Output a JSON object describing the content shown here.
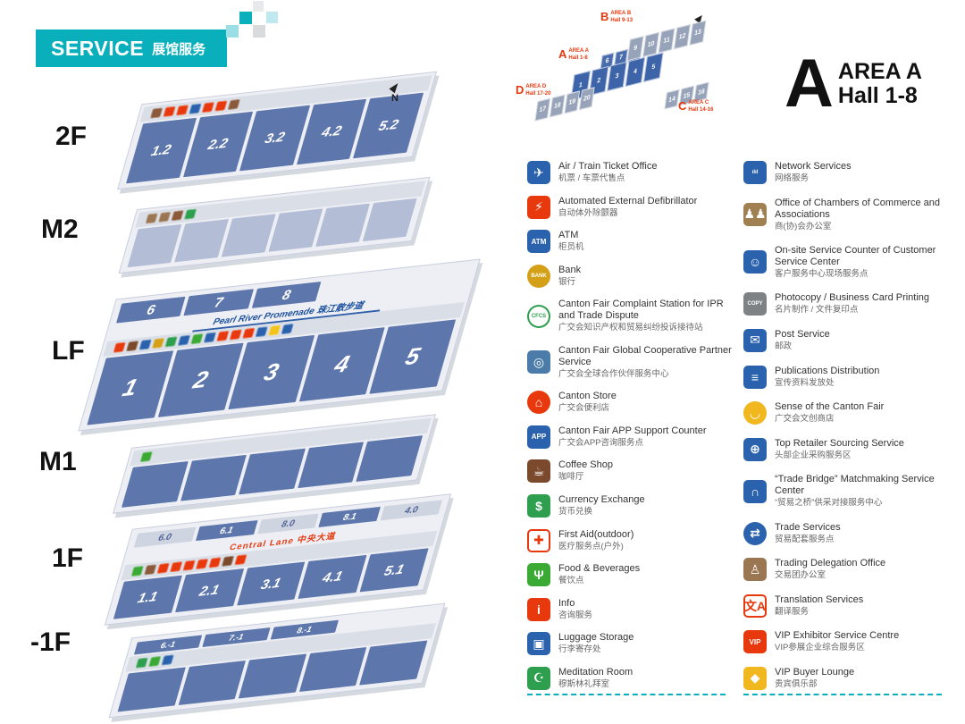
{
  "banner": {
    "title": "SERVICE",
    "subtitle": "展馆服务"
  },
  "compass": "N",
  "area_title": {
    "letter": "A",
    "name": "AREA A",
    "halls": "Hall 1-8"
  },
  "minimap": {
    "compass": "N",
    "areas": [
      {
        "id": "A",
        "letter": "A",
        "name": "AREA A",
        "halls_label": "Hall 1-8",
        "front": [
          "1",
          "2",
          "3",
          "4",
          "5"
        ],
        "back": [
          "6",
          "7",
          "8"
        ]
      },
      {
        "id": "B",
        "letter": "B",
        "name": "AREA B",
        "halls_label": "Hall 9-13",
        "cells": [
          "9",
          "10",
          "11",
          "12",
          "13"
        ]
      },
      {
        "id": "C",
        "letter": "C",
        "name": "AREA C",
        "halls_label": "Hall 14-16",
        "cells": [
          "14",
          "15",
          "16"
        ]
      },
      {
        "id": "D",
        "letter": "D",
        "name": "AREA D",
        "halls_label": "Hall 17-20",
        "cells": [
          "17",
          "18",
          "19",
          "20"
        ]
      }
    ]
  },
  "floors": [
    {
      "id": "2f",
      "label": "2F",
      "chips": [
        {
          "name": "luggage-storage-icon",
          "color": "#8a5a3b"
        },
        {
          "name": "security-icon",
          "color": "#e8380d"
        },
        {
          "name": "aed-icon",
          "color": "#e8380d"
        },
        {
          "name": "app-support-icon",
          "color": "#2a62ae"
        },
        {
          "name": "vip-exhibitor-icon",
          "color": "#e8380d"
        },
        {
          "name": "canton-store-icon",
          "color": "#e8380d"
        },
        {
          "name": "meditation-room-icon",
          "color": "#8a5a3b"
        }
      ],
      "main_halls": [
        {
          "t": "1.2"
        },
        {
          "t": "2.2"
        },
        {
          "t": "3.2"
        },
        {
          "t": "4.2"
        },
        {
          "t": "5.2"
        }
      ]
    },
    {
      "id": "m2",
      "label": "M2",
      "pale": true,
      "chips": [
        {
          "name": "office-icon",
          "color": "#9b7653"
        },
        {
          "name": "office-icon",
          "color": "#9b7653"
        },
        {
          "name": "meditation-room-icon",
          "color": "#8a5a3b"
        },
        {
          "name": "prayer-room-icon",
          "color": "#2e9e4f"
        }
      ],
      "main_halls": [
        {
          "t": ""
        },
        {
          "t": ""
        },
        {
          "t": ""
        },
        {
          "t": ""
        },
        {
          "t": ""
        },
        {
          "t": ""
        }
      ]
    },
    {
      "id": "lf",
      "label": "LF",
      "top_halls": [
        {
          "t": "6"
        },
        {
          "t": "7"
        },
        {
          "t": "8"
        }
      ],
      "banner": {
        "text": "Pearl River Promenade 珠江散步道",
        "style": "promenade"
      },
      "chips": [
        {
          "name": "info-icon",
          "color": "#e8380d"
        },
        {
          "name": "coffee-shop-icon",
          "color": "#7b4a2d"
        },
        {
          "name": "atm-icon",
          "color": "#2a62ae"
        },
        {
          "name": "bank-icon",
          "color": "#d4a017"
        },
        {
          "name": "currency-exchange-icon",
          "color": "#2e9e4f"
        },
        {
          "name": "post-service-icon",
          "color": "#2a62ae"
        },
        {
          "name": "food-beverages-icon",
          "color": "#3aaa35"
        },
        {
          "name": "network-services-icon",
          "color": "#2a62ae"
        },
        {
          "name": "first-aid-icon",
          "color": "#e8380d"
        },
        {
          "name": "translation-services-icon",
          "color": "#e8380d"
        },
        {
          "name": "canton-store-icon",
          "color": "#e8380d"
        },
        {
          "name": "trade-services-icon",
          "color": "#2a62ae"
        },
        {
          "name": "sense-canton-fair-icon",
          "color": "#f5c21b"
        },
        {
          "name": "app-support-icon",
          "color": "#2a62ae"
        }
      ],
      "main_halls": [
        {
          "t": "1"
        },
        {
          "t": "2"
        },
        {
          "t": "3"
        },
        {
          "t": "4"
        },
        {
          "t": "5"
        }
      ]
    },
    {
      "id": "m1",
      "label": "M1",
      "chips": [
        {
          "name": "food-beverages-icon",
          "color": "#3aaa35"
        }
      ],
      "main_halls": [
        {
          "t": ""
        },
        {
          "t": ""
        },
        {
          "t": ""
        },
        {
          "t": ""
        },
        {
          "t": ""
        }
      ]
    },
    {
      "id": "1f",
      "label": "1F",
      "top_halls": [
        {
          "t": "6.0",
          "gray": true
        },
        {
          "t": "6.1"
        },
        {
          "t": "8.0",
          "gray": true
        },
        {
          "t": "8.1"
        },
        {
          "t": "4.0",
          "gray": true
        }
      ],
      "banner": {
        "text": "Central Lane 中央大道",
        "style": "central"
      },
      "chips": [
        {
          "name": "food-beverages-icon",
          "color": "#3aaa35"
        },
        {
          "name": "luggage-storage-icon",
          "color": "#8a5a3b"
        },
        {
          "name": "canton-store-icon",
          "color": "#e8380d"
        },
        {
          "name": "info-icon",
          "color": "#e8380d"
        },
        {
          "name": "aed-icon",
          "color": "#e8380d"
        },
        {
          "name": "first-aid-icon",
          "color": "#e8380d"
        },
        {
          "name": "translation-services-icon",
          "color": "#e8380d"
        },
        {
          "name": "coffee-shop-icon",
          "color": "#7b4a2d"
        },
        {
          "name": "vip-exhibitor-icon",
          "color": "#e8380d"
        }
      ],
      "main_halls": [
        {
          "t": "1.1"
        },
        {
          "t": "2.1"
        },
        {
          "t": "3.1"
        },
        {
          "t": "4.1"
        },
        {
          "t": "5.1"
        }
      ]
    },
    {
      "id": "b1f",
      "label": "-1F",
      "top_halls": [
        {
          "t": "6.-1"
        },
        {
          "t": "7.-1"
        },
        {
          "t": "8.-1"
        }
      ],
      "chips": [
        {
          "name": "meditation-room-icon",
          "color": "#2e9e4f"
        },
        {
          "name": "food-beverages-icon",
          "color": "#3aaa35"
        },
        {
          "name": "luggage-storage-icon",
          "color": "#2a62ae"
        }
      ],
      "main_halls": [
        {
          "t": ""
        },
        {
          "t": ""
        },
        {
          "t": ""
        },
        {
          "t": ""
        },
        {
          "t": ""
        }
      ]
    }
  ],
  "legend": {
    "column1": [
      {
        "id": "air-train-ticket-office",
        "glyph": "✈",
        "bg": "#2a62ae",
        "en": "Air / Train Ticket Office",
        "zh": "机票 / 车票代售点"
      },
      {
        "id": "automated-external-defibrillator",
        "glyph": "⚡",
        "bg": "#e8380d",
        "en": "Automated External Defibrillator",
        "zh": "自动体外除颤器"
      },
      {
        "id": "atm",
        "glyph": "ATM",
        "bg": "#2a62ae",
        "en": "ATM",
        "zh": "柜员机"
      },
      {
        "id": "bank",
        "glyph": "BANK",
        "bg": "#d4a017",
        "round": true,
        "en": "Bank",
        "zh": "银行"
      },
      {
        "id": "cfcs-complaint-station",
        "glyph": "CFCS",
        "bg": "#ffffff",
        "fg": "#2e9e4f",
        "border": "#2e9e4f",
        "round": true,
        "en": "Canton Fair Complaint Station for IPR and Trade Dispute",
        "zh": "广交会知识产权和贸易纠纷投诉接待站"
      },
      {
        "id": "global-cooperative-partner",
        "glyph": "◎",
        "bg": "#4b7ba8",
        "en": "Canton Fair Global Cooperative Partner Service",
        "zh": "广交会全球合作伙伴服务中心"
      },
      {
        "id": "canton-store",
        "glyph": "⌂",
        "bg": "#e8380d",
        "round": true,
        "en": "Canton Store",
        "zh": "广交会便利店"
      },
      {
        "id": "app-support-counter",
        "glyph": "APP",
        "bg": "#2a62ae",
        "en": "Canton Fair APP Support Counter",
        "zh": "广交会APP咨询服务点"
      },
      {
        "id": "coffee-shop",
        "glyph": "☕",
        "bg": "#7b4a2d",
        "en": "Coffee Shop",
        "zh": "咖啡厅"
      },
      {
        "id": "currency-exchange",
        "glyph": "$",
        "bg": "#2e9e4f",
        "en": "Currency Exchange",
        "zh": "货币兑换"
      },
      {
        "id": "first-aid-outdoor",
        "glyph": "✚",
        "bg": "#ffffff",
        "fg": "#e8380d",
        "border": "#e8380d",
        "en": "First Aid(outdoor)",
        "zh": "医疗服务点(户外)"
      },
      {
        "id": "food-beverages",
        "glyph": "Ψ",
        "bg": "#3aaa35",
        "en": "Food & Beverages",
        "zh": "餐饮点"
      },
      {
        "id": "info",
        "glyph": "i",
        "bg": "#e8380d",
        "en": "Info",
        "zh": "咨询服务"
      },
      {
        "id": "luggage-storage",
        "glyph": "▣",
        "bg": "#2a62ae",
        "en": "Luggage Storage",
        "zh": "行李寄存处"
      },
      {
        "id": "meditation-room",
        "glyph": "☪",
        "bg": "#2e9e4f",
        "en": "Meditation Room",
        "zh": "穆斯林礼拜室"
      }
    ],
    "column2": [
      {
        "id": "network-services",
        "glyph": "ılıl",
        "bg": "#2a62ae",
        "en": "Network Services",
        "zh": "网络服务"
      },
      {
        "id": "chambers-office",
        "glyph": "♟♟",
        "bg": "#a08050",
        "en": "Office of Chambers of Commerce and Associations",
        "zh": "商(协)会办公室"
      },
      {
        "id": "onsite-service-counter",
        "glyph": "☺",
        "bg": "#2a62ae",
        "en": "On-site Service Counter of Customer Service Center",
        "zh": "客户服务中心现场服务点"
      },
      {
        "id": "photocopy-printing",
        "glyph": "COPY",
        "bg": "#7f8285",
        "en": "Photocopy / Business Card Printing",
        "zh": "名片制作 / 文件复印点"
      },
      {
        "id": "post-service",
        "glyph": "✉",
        "bg": "#2a62ae",
        "en": "Post Service",
        "zh": "邮政"
      },
      {
        "id": "publications-distribution",
        "glyph": "≡",
        "bg": "#2a62ae",
        "en": "Publications Distribution",
        "zh": "宣传资料发放处"
      },
      {
        "id": "sense-of-canton-fair",
        "glyph": "◡",
        "bg": "#f0b81e",
        "round": true,
        "en": "Sense of the Canton Fair",
        "zh": "广交会文创商店"
      },
      {
        "id": "top-retailer-sourcing",
        "glyph": "⊕",
        "bg": "#2a62ae",
        "en": "Top Retailer Sourcing Service",
        "zh": "头部企业采购服务区"
      },
      {
        "id": "trade-bridge-center",
        "glyph": "∩",
        "bg": "#2a62ae",
        "en": "“Trade Bridge” Matchmaking Service Center",
        "zh": "“贸易之桥”供采对接服务中心"
      },
      {
        "id": "trade-services",
        "glyph": "⇄",
        "bg": "#2a62ae",
        "round": true,
        "en": "Trade Services",
        "zh": "贸易配套服务点"
      },
      {
        "id": "trading-delegation-office",
        "glyph": "♙",
        "bg": "#9b7653",
        "en": "Trading Delegation Office",
        "zh": "交易团办公室"
      },
      {
        "id": "translation-services",
        "glyph": "文A",
        "bg": "#ffffff",
        "fg": "#e8380d",
        "border": "#e8380d",
        "en": "Translation Services",
        "zh": "翻译服务"
      },
      {
        "id": "vip-exhibitor-service-centre",
        "glyph": "VIP",
        "bg": "#e8380d",
        "en": "VIP Exhibitor Service Centre",
        "zh": "VIP参展企业综合服务区"
      },
      {
        "id": "vip-buyer-lounge",
        "glyph": "◆",
        "bg": "#f0b81e",
        "en": "VIP Buyer Lounge",
        "zh": "贵宾俱乐部"
      }
    ]
  }
}
